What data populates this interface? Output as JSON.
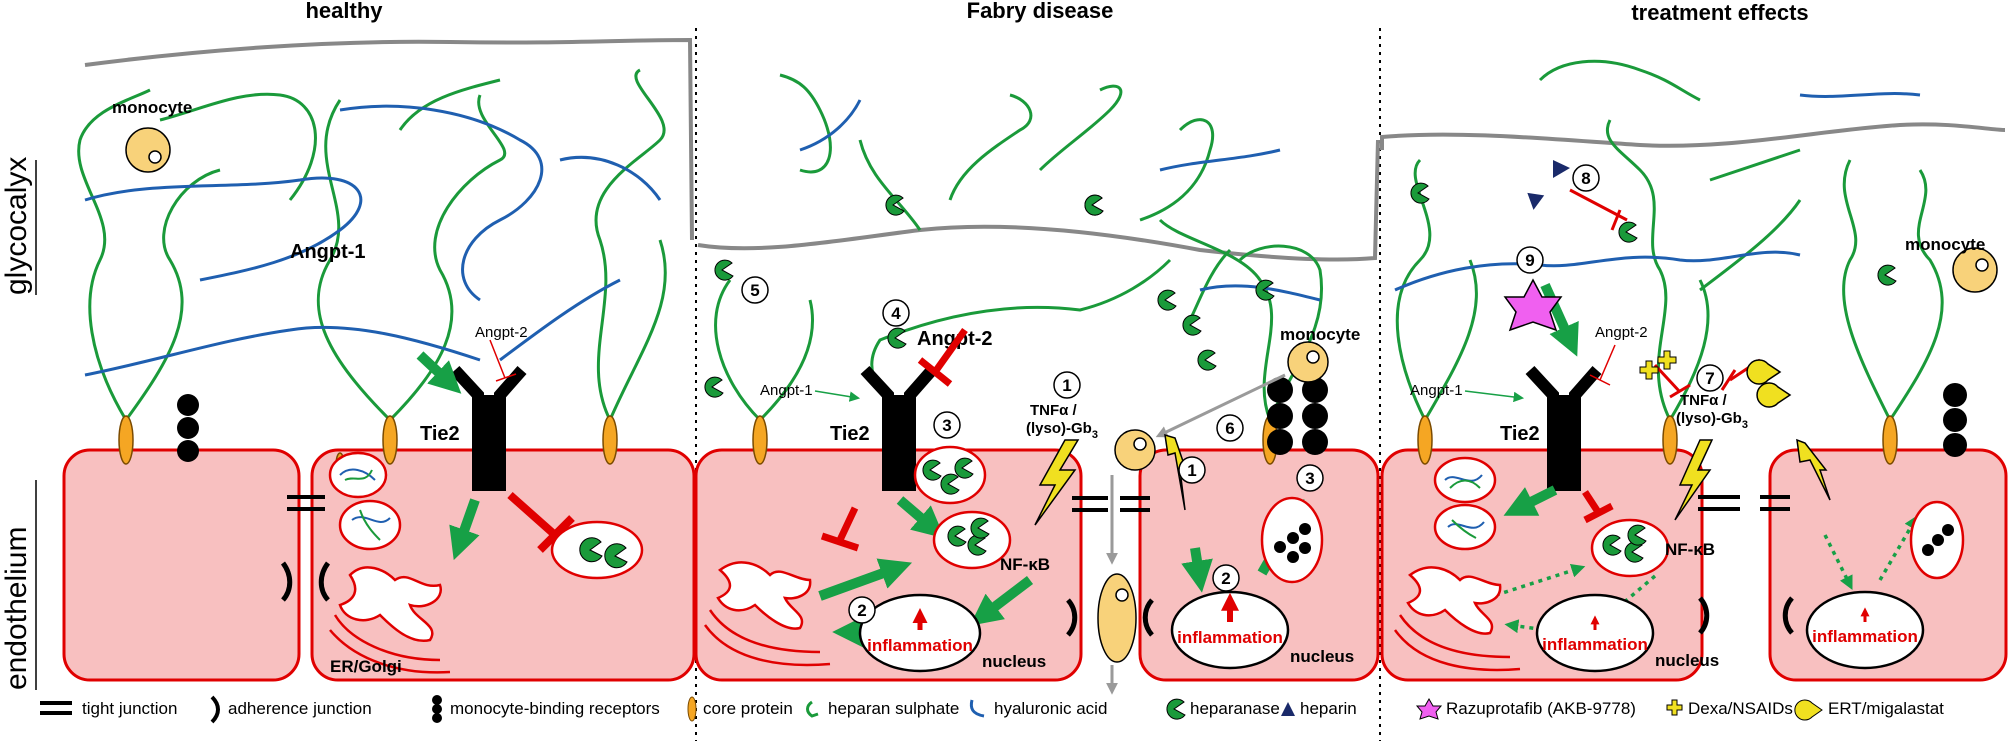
{
  "panels": {
    "healthy": "healthy",
    "fabry": "Fabry disease",
    "treatment": "treatment effects"
  },
  "side_labels": {
    "glycocalyx": "glycocalyx",
    "endothelium": "endothelium"
  },
  "labels": {
    "monocyte": "monocyte",
    "angpt1": "Angpt-1",
    "angpt2": "Angpt-2",
    "tie2": "Tie2",
    "er_golgi": "ER/Golgi",
    "nucleus": "nucleus",
    "inflammation": "inflammation",
    "nfkb": "NF-κB",
    "tnf_line1": "TNFα /",
    "tnf_line2": "(lyso)-Gb",
    "tnf_sub": "3"
  },
  "steps": [
    "1",
    "2",
    "3",
    "4",
    "5",
    "6",
    "7",
    "8",
    "9"
  ],
  "legend": {
    "tight_junction": "tight junction",
    "adherence_junction": "adherence junction",
    "monocyte_receptors": "monocyte-binding receptors",
    "core_protein": "core protein",
    "heparan_sulphate": "heparan sulphate",
    "hyaluronic_acid": "hyaluronic acid",
    "heparanase": "heparanase",
    "heparin": "heparin",
    "razuprotafib": "Razuprotafib (AKB-9778)",
    "dexa": "Dexa/NSAIDs",
    "ert": "ERT/migalastat"
  },
  "colors": {
    "cell_fill": "#f8c0c0",
    "cell_stroke": "#e00000",
    "heparan": "#1a9a3a",
    "hyaluronic": "#1f5fb0",
    "heparanase": "#1a9a3a",
    "heparin": "#1a2a6a",
    "arrow_green": "#17a046",
    "inhibit_red": "#e00000",
    "monocyte": "#f8d27a",
    "core_protein": "#f5a623",
    "razuprotafib": "#f060f0",
    "dexa": "#f0e020",
    "ert": "#f0e020",
    "lightning": "#f0e020"
  }
}
